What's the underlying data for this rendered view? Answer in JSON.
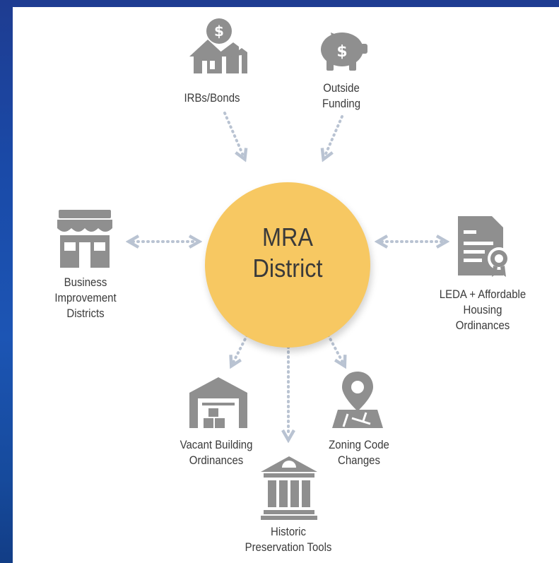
{
  "center": {
    "label": "MRA\nDistrict",
    "color": "#f7c862"
  },
  "nodes": [
    {
      "id": "irbs",
      "label": "IRBs/Bonds",
      "icon": "houses-dollar-icon"
    },
    {
      "id": "funding",
      "label": "Outside\nFunding",
      "icon": "piggy-bank-icon"
    },
    {
      "id": "bid",
      "label": "Business\nImprovement\nDistricts",
      "icon": "storefront-icon"
    },
    {
      "id": "leda",
      "label": "LEDA + Affordable\nHousing\nOrdinances",
      "icon": "certificate-document-icon"
    },
    {
      "id": "vacant",
      "label": "Vacant Building\nOrdinances",
      "icon": "warehouse-icon"
    },
    {
      "id": "zoning",
      "label": "Zoning Code\nChanges",
      "icon": "map-pin-icon"
    },
    {
      "id": "historic",
      "label": "Historic\nPreservation Tools",
      "icon": "classical-building-icon"
    }
  ],
  "colors": {
    "icon": "#8f8f8f",
    "connector": "#b9c3d2",
    "text": "#3a3a3a"
  }
}
